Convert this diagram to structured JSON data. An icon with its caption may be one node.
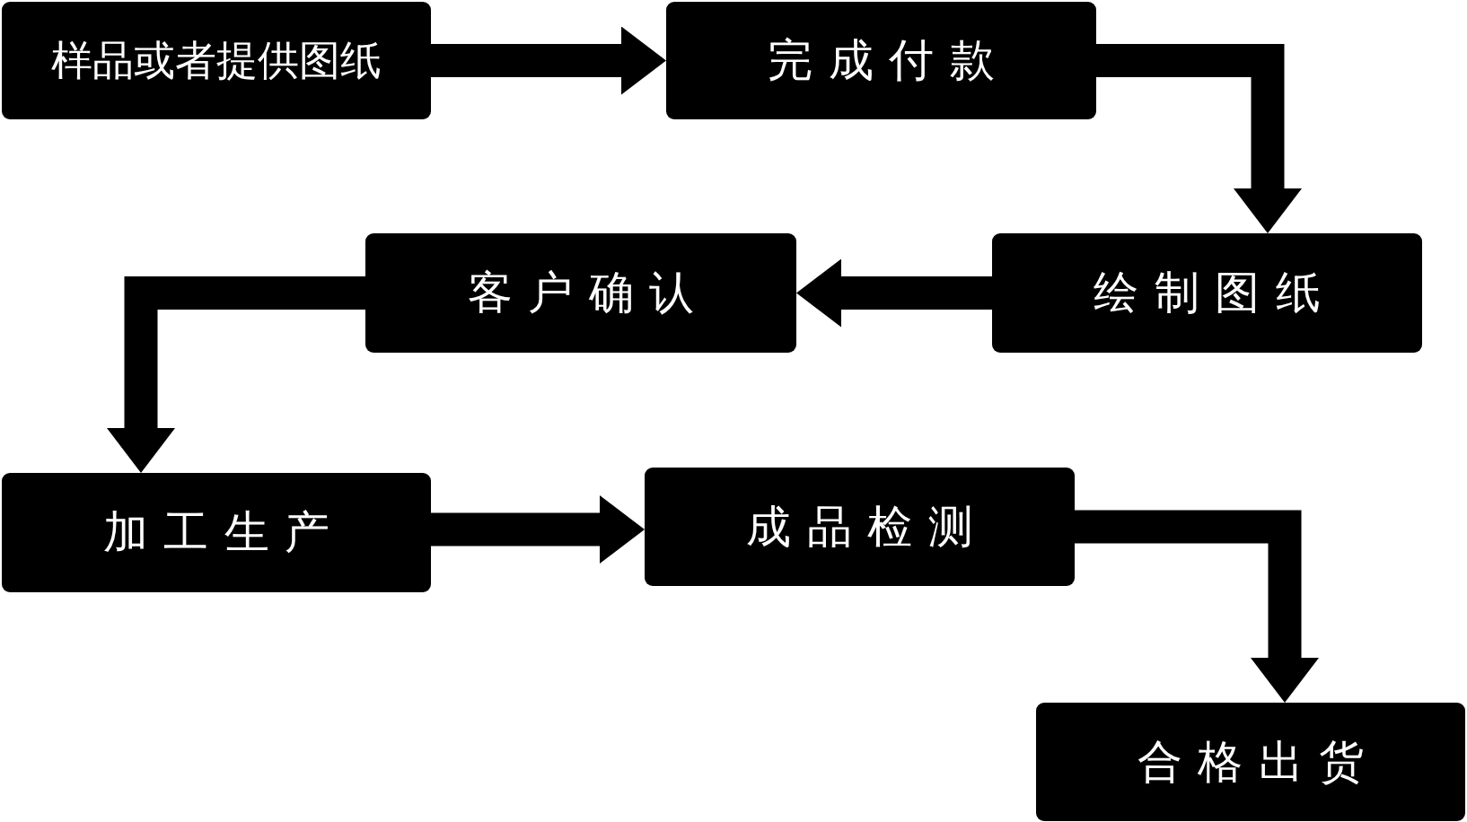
{
  "diagram": {
    "nodes": [
      {
        "text": [
          "样品或者提供图纸"
        ]
      },
      {
        "text": [
          "完成付款"
        ]
      },
      {
        "text": [
          "绘制图纸"
        ]
      },
      {
        "text": [
          "客户确认"
        ]
      },
      {
        "text": [
          "加工生产"
        ]
      },
      {
        "text": [
          "成品检测"
        ]
      },
      {
        "text": [
          "合格出货"
        ]
      }
    ],
    "edges": [
      {
        "from": 0,
        "to": 1,
        "arrow": "to"
      },
      {
        "from": 1,
        "to": 2,
        "arrow": "to"
      },
      {
        "from": 2,
        "to": 3,
        "arrow": "to"
      },
      {
        "from": 3,
        "to": 4,
        "arrow": "to"
      },
      {
        "from": 4,
        "to": 5,
        "arrow": "to"
      },
      {
        "from": 5,
        "to": 6,
        "arrow": "to"
      }
    ]
  }
}
